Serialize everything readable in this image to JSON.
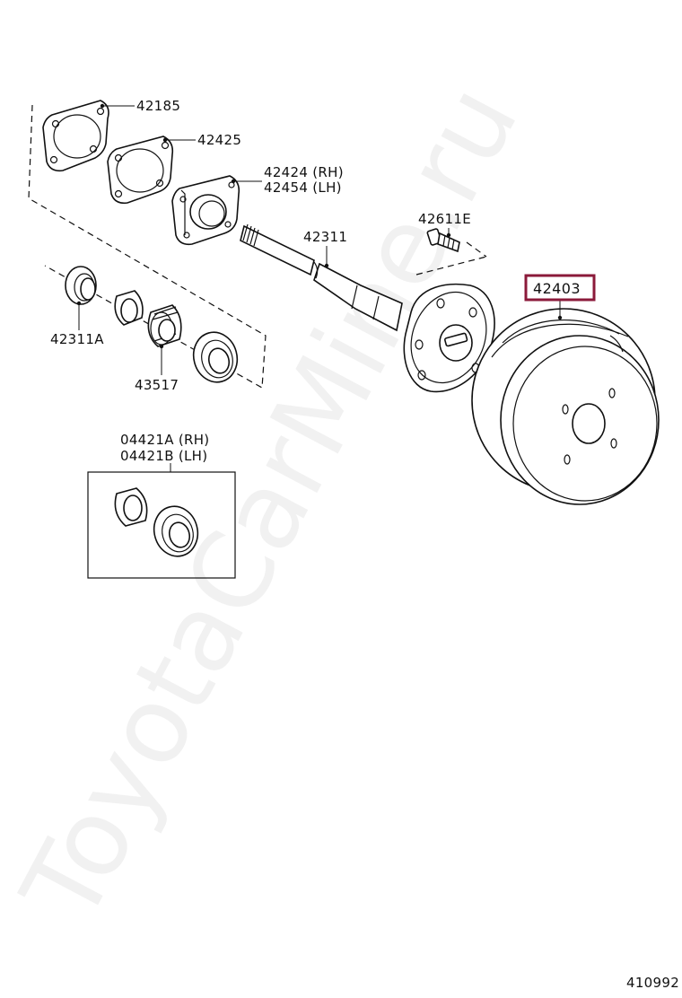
{
  "watermark": "ToyotaCarMine.ru",
  "figure_code": "410992",
  "parts": {
    "p42185": "42185",
    "p42425": "42425",
    "p42424": "42424 (RH)",
    "p42454": "42454 (LH)",
    "p42311": "42311",
    "p42611E": "42611E",
    "p42403": "42403",
    "p42311A": "42311A",
    "p43517": "43517",
    "p04421A": "04421A (RH)",
    "p04421B": "04421B (LH)"
  },
  "colors": {
    "highlight_border": "#8b1a3a",
    "line": "#111111"
  }
}
